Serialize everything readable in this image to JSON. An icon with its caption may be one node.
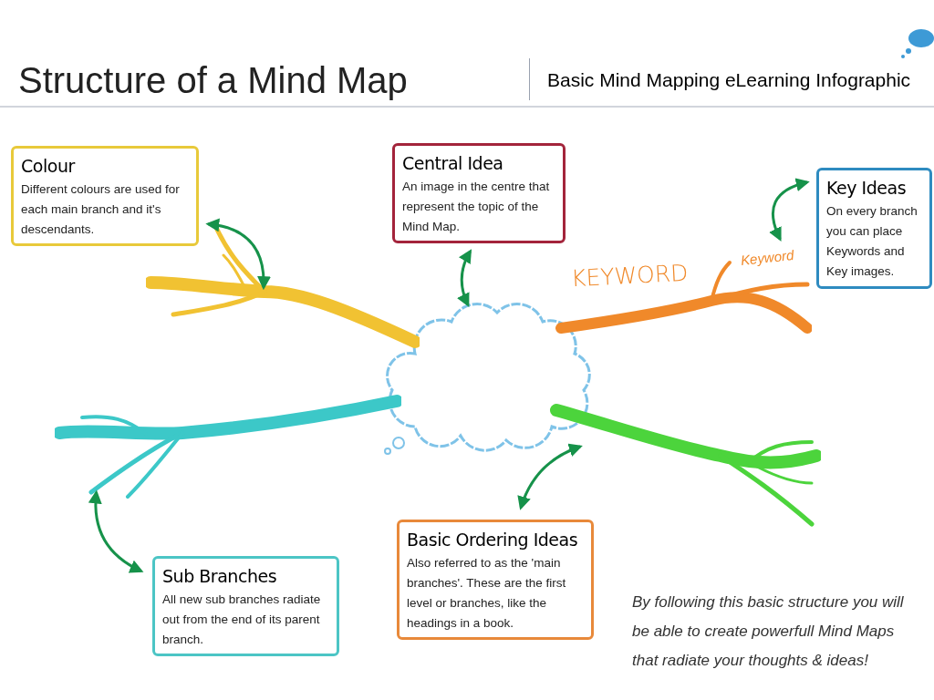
{
  "diagram": {
    "title": "Structure of a Mind Map",
    "nodes": [
      {
        "text": [
          "Colour",
          "Different colours are used for each main branch and it's descendants."
        ]
      },
      {
        "text": [
          "Central Idea",
          "An image in the centre that represent the topic of the Mind Map."
        ]
      },
      {
        "text": [
          "Key Ideas",
          "On every branch you can place Keywords and Key images."
        ]
      },
      {
        "text": [
          "Sub Branches",
          "All new sub branches radiate out from the end of its parent branch."
        ]
      },
      {
        "text": [
          "Basic Ordering Ideas",
          "Also referred to as the 'main branches'. These are the first level or branches, like the headings in a book."
        ]
      },
      {
        "text": [],
        "shape": "cloud"
      },
      {
        "text": [],
        "shape": "picture"
      },
      {
        "text": [],
        "shape": "picture"
      },
      {
        "text": [],
        "shape": "picture"
      },
      {
        "text": [],
        "shape": "picture"
      }
    ],
    "edges": [
      {
        "from": 0,
        "to": 6,
        "arrow": "both"
      },
      {
        "from": 1,
        "to": 5,
        "arrow": "both"
      },
      {
        "from": 2,
        "to": 7,
        "arrow": "both"
      },
      {
        "from": 3,
        "to": 8,
        "arrow": "both"
      },
      {
        "from": 4,
        "to": 9,
        "arrow": "both"
      }
    ],
    "labels": [
      "Basic Mind Mapping eLearning Infographic",
      "KEYWORD",
      "Keyword",
      "By following this basic structure you will be able to create powerfull Mind Maps that radiate your thoughts & ideas!"
    ]
  }
}
